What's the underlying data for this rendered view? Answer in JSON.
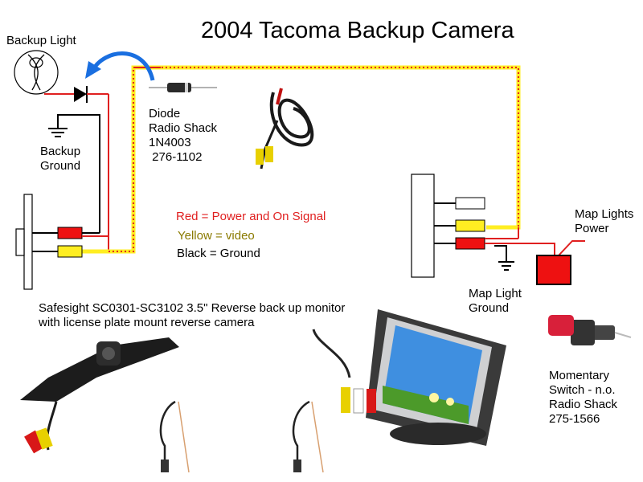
{
  "title": "2004 Tacoma Backup Camera",
  "labels": {
    "backup_light": "Backup Light",
    "backup_ground": [
      "Backup",
      "Ground"
    ],
    "diode": [
      "Diode",
      "Radio Shack",
      "1N4003",
      " 276-1102"
    ],
    "map_lights_power": [
      "Map Lights",
      "Power"
    ],
    "map_light_ground": [
      "Map Light",
      "Ground"
    ],
    "product": [
      "Safesight SC0301-SC3102 3.5\" Reverse back up monitor",
      "with license plate mount reverse camera"
    ],
    "switch": [
      "Momentary",
      "Switch - n.o.",
      "Radio Shack",
      "275-1566"
    ]
  },
  "legend": [
    {
      "text": "Red = Power and On Signal",
      "color": "#e02020"
    },
    {
      "text": "Yellow = video",
      "color": "#8a7a00"
    },
    {
      "text": "Black = Ground",
      "color": "#000000"
    }
  ],
  "colors": {
    "power": "#e02020",
    "video": "#ffee22",
    "ground": "#000000",
    "arrow": "#1a6fe0",
    "switch": "#ee1111"
  },
  "icons": [
    "bulb-icon",
    "diode-icon",
    "ground-icon",
    "rca-cable-icon",
    "switch-icon",
    "camera-icon",
    "monitor-icon"
  ]
}
